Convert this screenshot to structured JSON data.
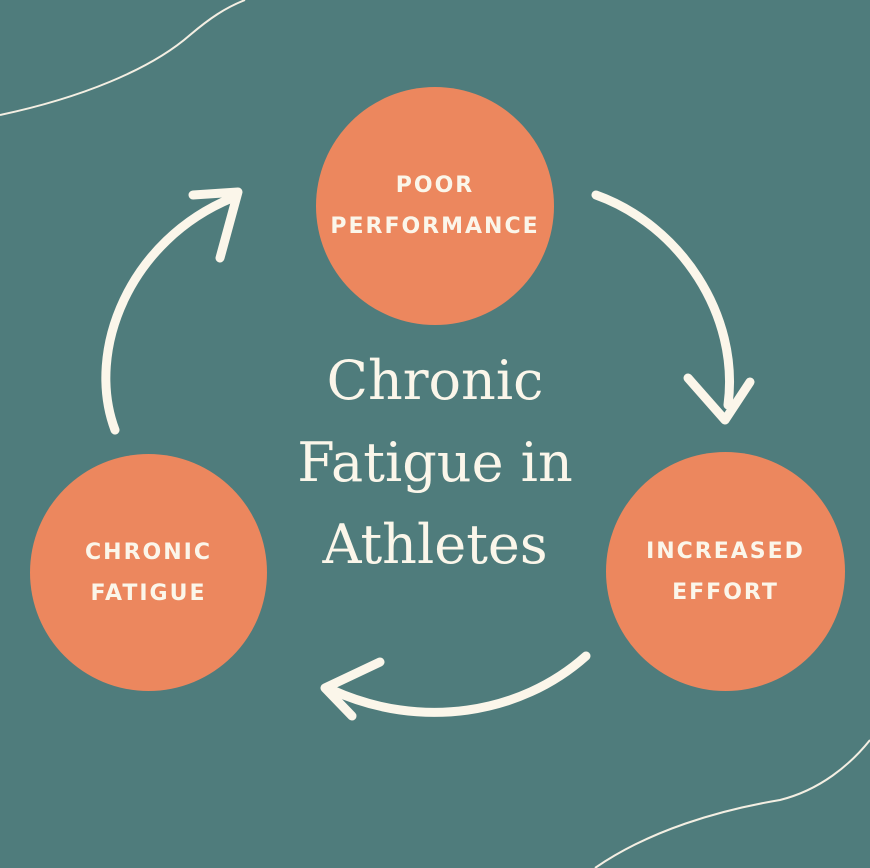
{
  "colors": {
    "background": "#4f7c7c",
    "node_fill": "#ec875e",
    "text_light": "#fbf6ea",
    "arrow": "#fbf6ea",
    "decor_line": "#f4efe3"
  },
  "title": {
    "line1": "Chronic",
    "line2": "Fatigue in",
    "line3": "Athletes"
  },
  "nodes": [
    {
      "id": "poor-performance",
      "line1": "POOR",
      "line2": "PERFORMANCE"
    },
    {
      "id": "increased-effort",
      "line1": "INCREASED",
      "line2": "EFFORT"
    },
    {
      "id": "chronic-fatigue",
      "line1": "CHRONIC",
      "line2": "FATIGUE"
    }
  ],
  "cycle": [
    {
      "from": "poor-performance",
      "to": "increased-effort"
    },
    {
      "from": "increased-effort",
      "to": "chronic-fatigue"
    },
    {
      "from": "chronic-fatigue",
      "to": "poor-performance"
    }
  ]
}
